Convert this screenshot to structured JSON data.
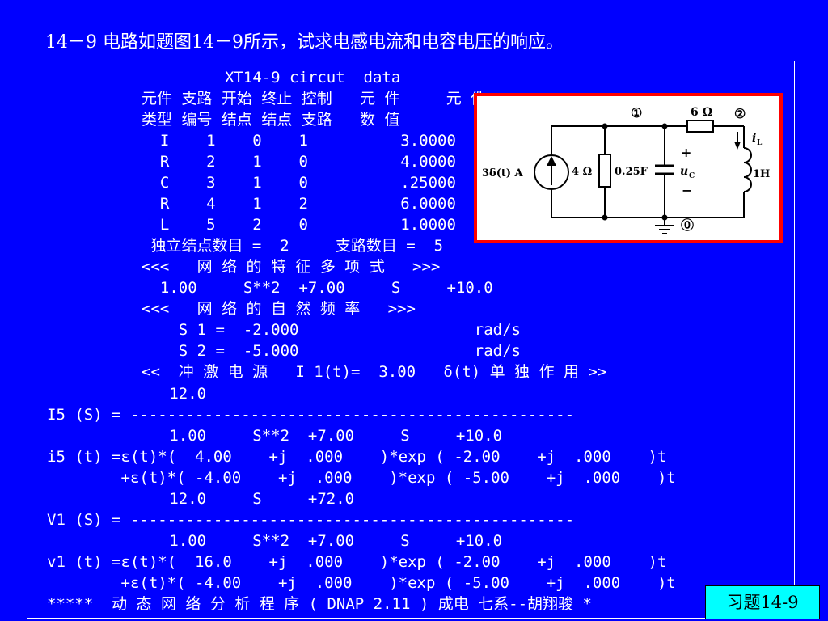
{
  "title": "14－9 电路如题图14－9所示，试求电感电流和电容电压的响应。",
  "output_lines": [
    "         XT14-9 circut  data",
    "元件 支路 开始 终止 控制   元 件     元 件",
    "类型 编号 结点 结点 支路   数 值",
    "  I    1    0    1          3.0000",
    "  R    2    1    0          4.0000",
    "  C    3    1    0          .25000",
    "  R    4    1    2          6.0000",
    "  L    5    2    0          1.0000",
    " 独立结点数目 =  2     支路数目 =  5",
    "<<<   网 络 的 特 征 多 项 式   >>>",
    "  1.00     S**2  +7.00     S     +10.0",
    "<<<   网 络 的 自 然 频 率   >>>",
    "    S 1 =  -2.000                   rad/s",
    "    S 2 =  -5.000                   rad/s",
    "<<  冲 激 电 源   I 1(t)=  3.00   δ(t) 单 独 作 用 >>",
    "   12.0",
    "I5 (S) = ------------------------------------------------",
    "   1.00     S**2  +7.00     S     +10.0",
    "i5 (t) =ε(t)*(  4.00    +j  .000    )*exp ( -2.00    +j  .000    )t",
    "        +ε(t)*( -4.00    +j  .000    )*exp ( -5.00    +j  .000    )t",
    "   12.0     S     +72.0",
    "V1 (S) = ------------------------------------------------",
    "   1.00     S**2  +7.00     S     +10.0",
    "v1 (t) =ε(t)*(  16.0    +j  .000    )*exp ( -2.00    +j  .000    )t",
    "        +ε(t)*( -4.00    +j  .000    )*exp ( -5.00    +j  .000    )t",
    "*****  动 态 网 络 分 析 程 序 ( DNAP 2.11 ) 成电 七系--胡翔骏 *"
  ],
  "diagram": {
    "node_1": "①",
    "node_2": "②",
    "node_0": "⓪",
    "r_series": "6 Ω",
    "r_shunt": "4 Ω",
    "capacitor": "0.25F",
    "inductor": "1H",
    "source": "3δ(t) A",
    "uc_label": "u",
    "uc_sub": "C",
    "il_label": "i",
    "il_sub": "L",
    "plus": "+",
    "minus": "−"
  },
  "badge": "习题14-9"
}
